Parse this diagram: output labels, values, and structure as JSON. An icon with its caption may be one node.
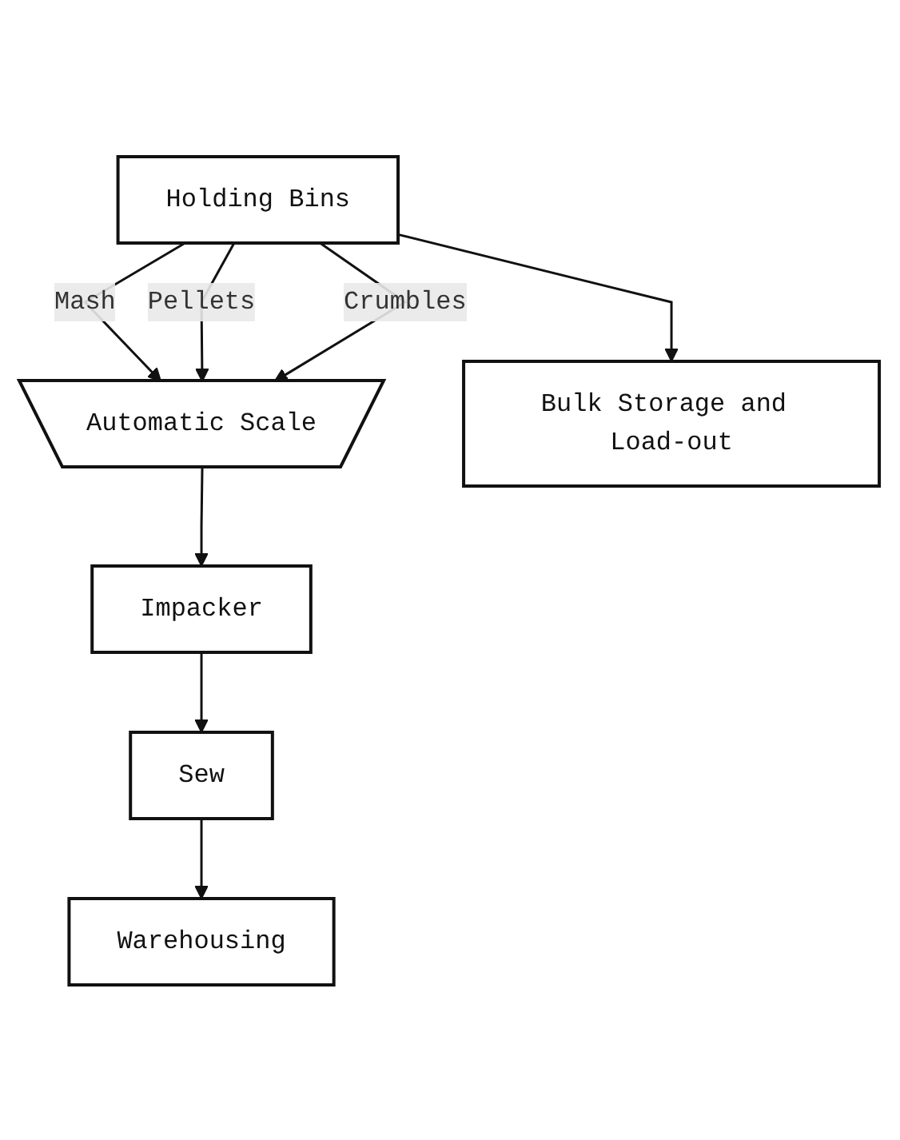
{
  "diagram": {
    "nodes": [
      {
        "text": [
          "Holding Bins"
        ]
      },
      {
        "text": [
          "Automatic Scale"
        ]
      },
      {
        "text": [
          "Impacker"
        ]
      },
      {
        "text": [
          "Sew"
        ]
      },
      {
        "text": [
          "Warehousing"
        ]
      },
      {
        "text": [
          "Bulk Storage and Load-out"
        ]
      }
    ],
    "edges": [
      {
        "from": 0,
        "to": 1,
        "arrow": "to",
        "label": "Mash"
      },
      {
        "from": 0,
        "to": 1,
        "arrow": "to",
        "label": "Pellets"
      },
      {
        "from": 0,
        "to": 1,
        "arrow": "to",
        "label": "Crumbles"
      },
      {
        "from": 1,
        "to": 2,
        "arrow": "to"
      },
      {
        "from": 2,
        "to": 3,
        "arrow": "to"
      },
      {
        "from": 3,
        "to": 4,
        "arrow": "to"
      },
      {
        "from": 0,
        "to": 5,
        "arrow": "to"
      }
    ]
  }
}
